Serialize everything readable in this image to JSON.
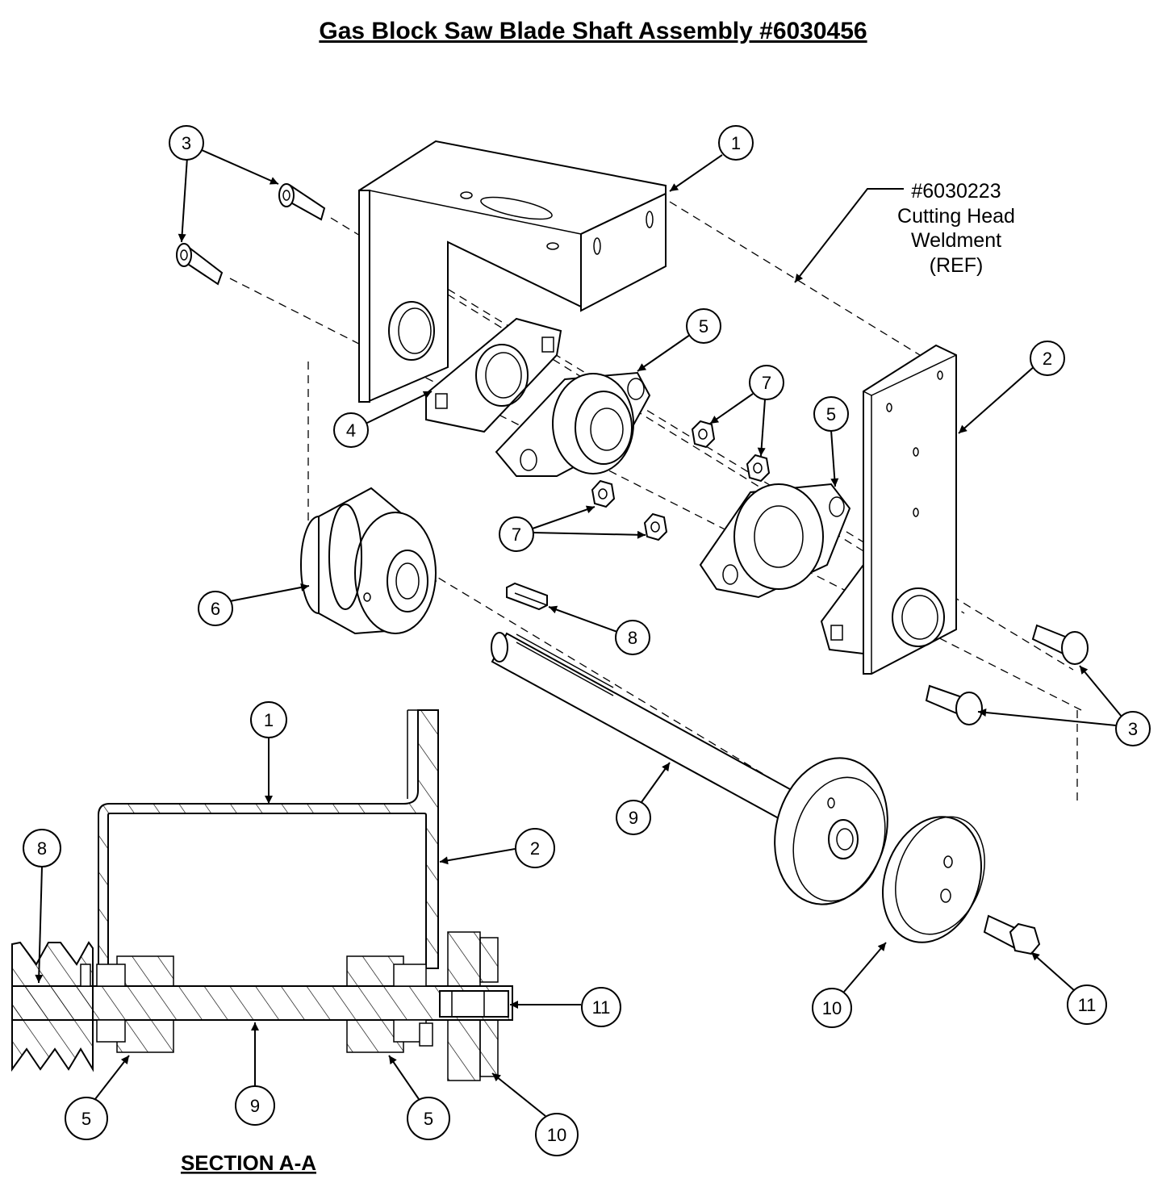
{
  "title": "Gas Block Saw Blade Shaft Assembly #6030456",
  "reference_note": {
    "lines": [
      "#6030223",
      "Cutting Head",
      "Weldment",
      "(REF)"
    ]
  },
  "section_label": "SECTION A-A",
  "callouts": {
    "exploded": [
      "3",
      "1",
      "5",
      "4",
      "7",
      "5",
      "2",
      "7",
      "6",
      "8",
      "3",
      "9",
      "10",
      "11"
    ],
    "section": [
      "1",
      "8",
      "2",
      "11",
      "5",
      "9",
      "5",
      "10"
    ]
  },
  "colors": {
    "line": "#000000",
    "background": "#ffffff"
  }
}
